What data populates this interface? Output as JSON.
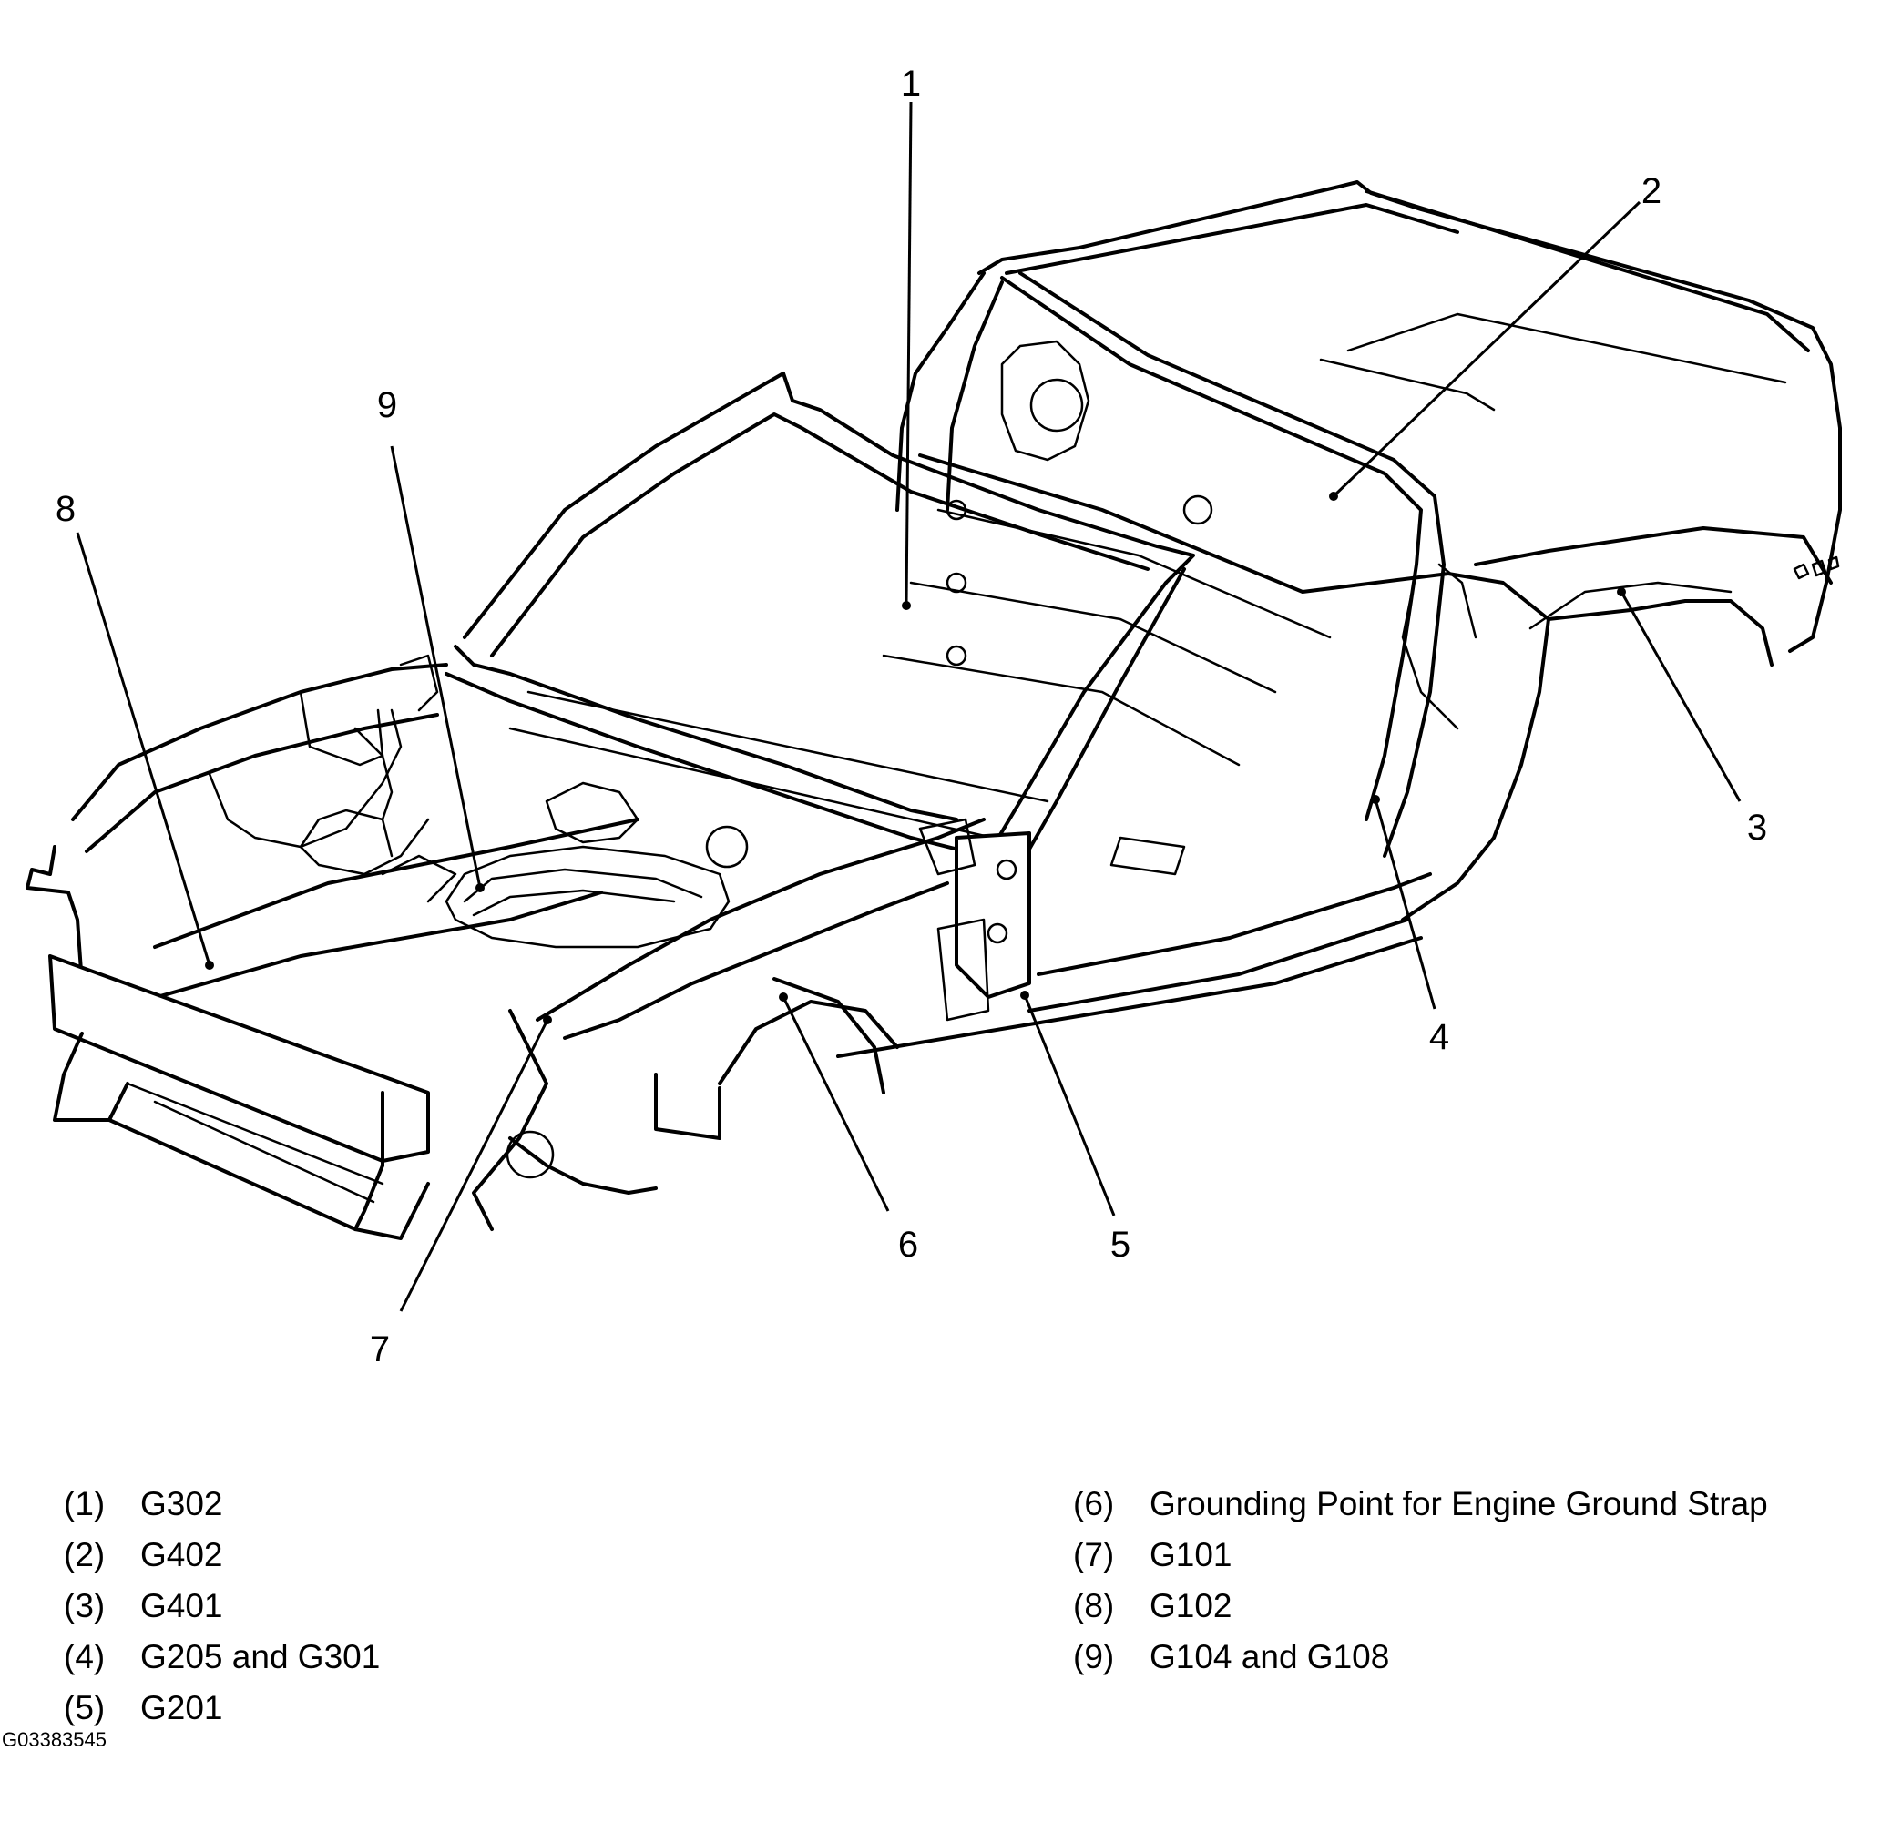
{
  "callouts": [
    {
      "num": "1"
    },
    {
      "num": "2"
    },
    {
      "num": "3"
    },
    {
      "num": "4"
    },
    {
      "num": "5"
    },
    {
      "num": "6"
    },
    {
      "num": "7"
    },
    {
      "num": "8"
    },
    {
      "num": "9"
    }
  ],
  "legend": {
    "left": [
      {
        "num": "(1)",
        "text": "G302"
      },
      {
        "num": "(2)",
        "text": "G402"
      },
      {
        "num": "(3)",
        "text": "G401"
      },
      {
        "num": "(4)",
        "text": "G205 and G301"
      },
      {
        "num": "(5)",
        "text": "G201"
      }
    ],
    "right": [
      {
        "num": "(6)",
        "text": "Grounding Point for Engine Ground Strap"
      },
      {
        "num": "(7)",
        "text": "G101"
      },
      {
        "num": "(8)",
        "text": "G102"
      },
      {
        "num": "(9)",
        "text": "G104 and G108"
      }
    ]
  },
  "figure_id": "G03383545"
}
